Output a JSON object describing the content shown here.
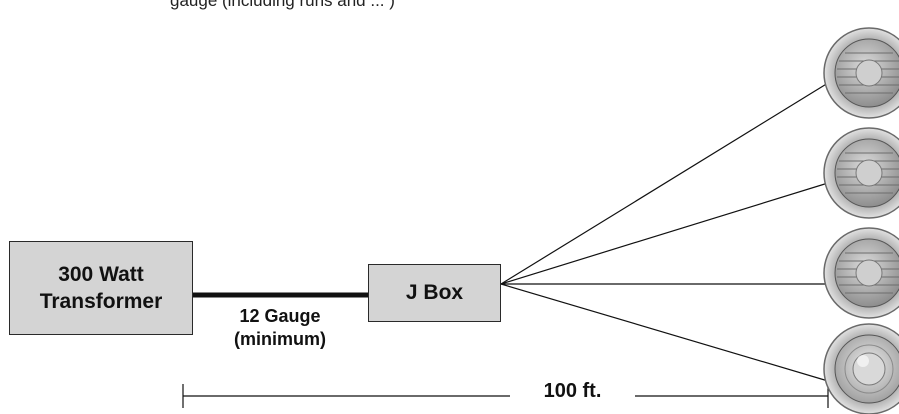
{
  "top_caption": "gauge (including runs and ... )",
  "transformer": {
    "line1": "300 Watt",
    "line2": "Transformer"
  },
  "wire": {
    "line1": "12 Gauge",
    "line2": "(minimum)"
  },
  "jbox": {
    "label": "J Box"
  },
  "distance": {
    "label": "100 ft."
  },
  "lights": [
    {
      "state": "led"
    },
    {
      "state": "led"
    },
    {
      "state": "led"
    },
    {
      "state": "halogen"
    }
  ],
  "colors": {
    "box_fill": "#d4d4d4",
    "stroke": "#111111",
    "light_rim": "#b5b5b5"
  }
}
